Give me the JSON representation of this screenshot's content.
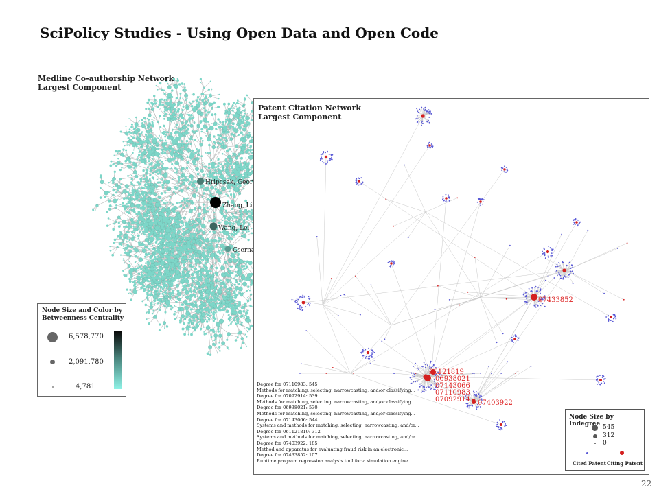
{
  "slide": {
    "title": "SciPolicy Studies - Using Open Data and Open Code",
    "page_number": "22"
  },
  "medline": {
    "title_line1": "Medline Co-authorship Network",
    "title_line2": "Largest Component",
    "node_color": "#7dd6c8",
    "node_labels": [
      "Hripcsak, Georg",
      "Zhang, Li",
      "Wang, Lei",
      "Cserna"
    ]
  },
  "betweenness_legend": {
    "title_line1": "Node Size and Color by",
    "title_line2": "Betweenness Centrality",
    "values": [
      "6,578,770",
      "2,091,780",
      "4,781"
    ]
  },
  "patent": {
    "title_line1": "Patent Citation Network",
    "title_line2": "Largest Component",
    "cited_color": "#5a5ad6",
    "citing_color": "#d42020",
    "node_labels": [
      "07433852",
      "07403922",
      "06121819",
      "06938021",
      "07143066",
      "07110983",
      "07092914"
    ],
    "degree_list": [
      "Degree for 07110983: 545",
      "Methods for matching, selecting, narrowcasting, and/or classifying...",
      "Degree for 07092914: 539",
      "Methods for matching, selecting, narrowcasting, and/or classifying...",
      "Degree for 06938021: 530",
      "Methods for matching, selecting, narrowcasting, and/or classifying...",
      "Degree for 07143066: 544",
      "Systems and methods for matching, selecting, narrowcasting, and/or...",
      "Degree for 061121819: 312",
      "Systems and methods for matching, selecting, narrowcasting, and/or...",
      "Degree for 07403922: 185",
      "Method and apparatus for evaluating fraud risk in an electronic...",
      "Degree for 07433852: 107",
      "Runtime program regression analysis tool for a simulation engine"
    ]
  },
  "indegree_legend": {
    "title": "Node Size by Indegree",
    "values": [
      "545",
      "312",
      "0"
    ],
    "cited_label": "Cited Patent",
    "citing_label": "Citing Patent"
  }
}
